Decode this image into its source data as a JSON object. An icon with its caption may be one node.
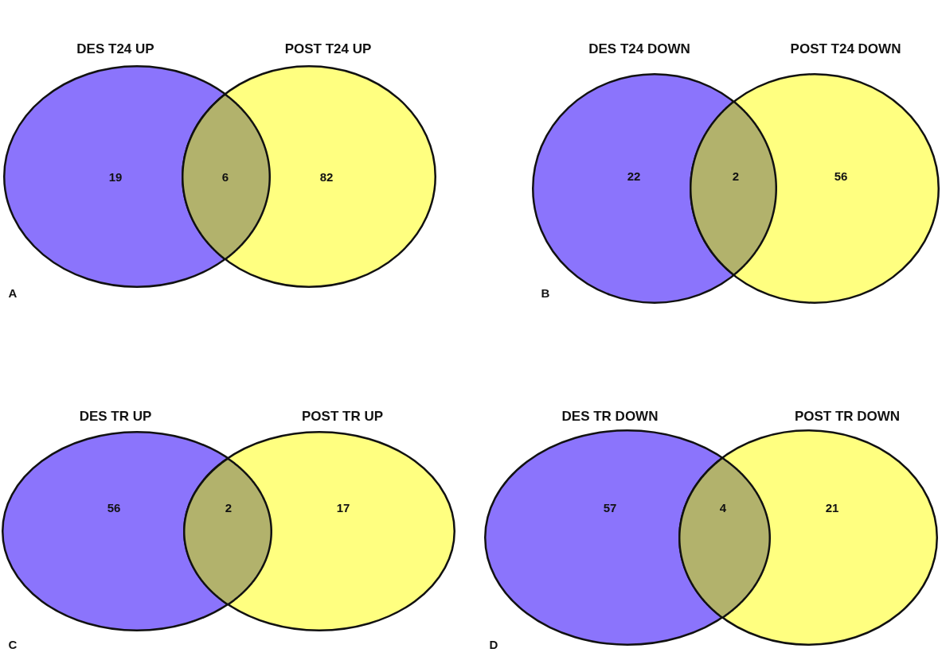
{
  "diagram": {
    "nodes": [
      {
        "text": [
          "DES T24 UP",
          "19"
        ]
      },
      {
        "text": [
          "6"
        ]
      },
      {
        "text": [
          "POST T24 UP",
          "82"
        ]
      },
      {
        "text": [
          "DES T24 DOWN",
          "22"
        ]
      },
      {
        "text": [
          "2"
        ]
      },
      {
        "text": [
          "POST T24 DOWN",
          "56"
        ]
      },
      {
        "text": [
          "DES TR UP",
          "56"
        ]
      },
      {
        "text": [
          "2"
        ]
      },
      {
        "text": [
          "POST TR UP",
          "17"
        ]
      },
      {
        "text": [
          "DES TR DOWN",
          "57"
        ]
      },
      {
        "text": [
          "4"
        ]
      },
      {
        "text": [
          "POST TR DOWN",
          "21"
        ]
      }
    ],
    "labels": [
      "A",
      "B",
      "C",
      "D"
    ]
  }
}
